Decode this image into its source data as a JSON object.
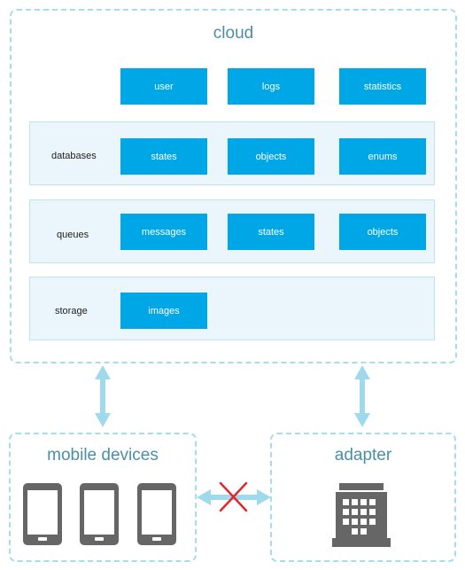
{
  "cloud": {
    "title": "cloud",
    "top_items": [
      "user",
      "logs",
      "statistics"
    ],
    "rows": [
      {
        "label": "databases",
        "items": [
          "states",
          "objects",
          "enums"
        ]
      },
      {
        "label": "queues",
        "items": [
          "messages",
          "states",
          "objects"
        ]
      },
      {
        "label": "storage",
        "items": [
          "images"
        ]
      }
    ]
  },
  "mobile_devices": {
    "title": "mobile devices",
    "device_count": 3
  },
  "adapter": {
    "title": "adapter"
  },
  "colors": {
    "dashed_border": "#a9dbeb",
    "chip": "#00a7e6",
    "row_bg": "#eaf6fb",
    "arrow": "#9fd9ec",
    "blocked": "#e2262b",
    "icon": "#666666",
    "title": "#4a8fa8"
  }
}
